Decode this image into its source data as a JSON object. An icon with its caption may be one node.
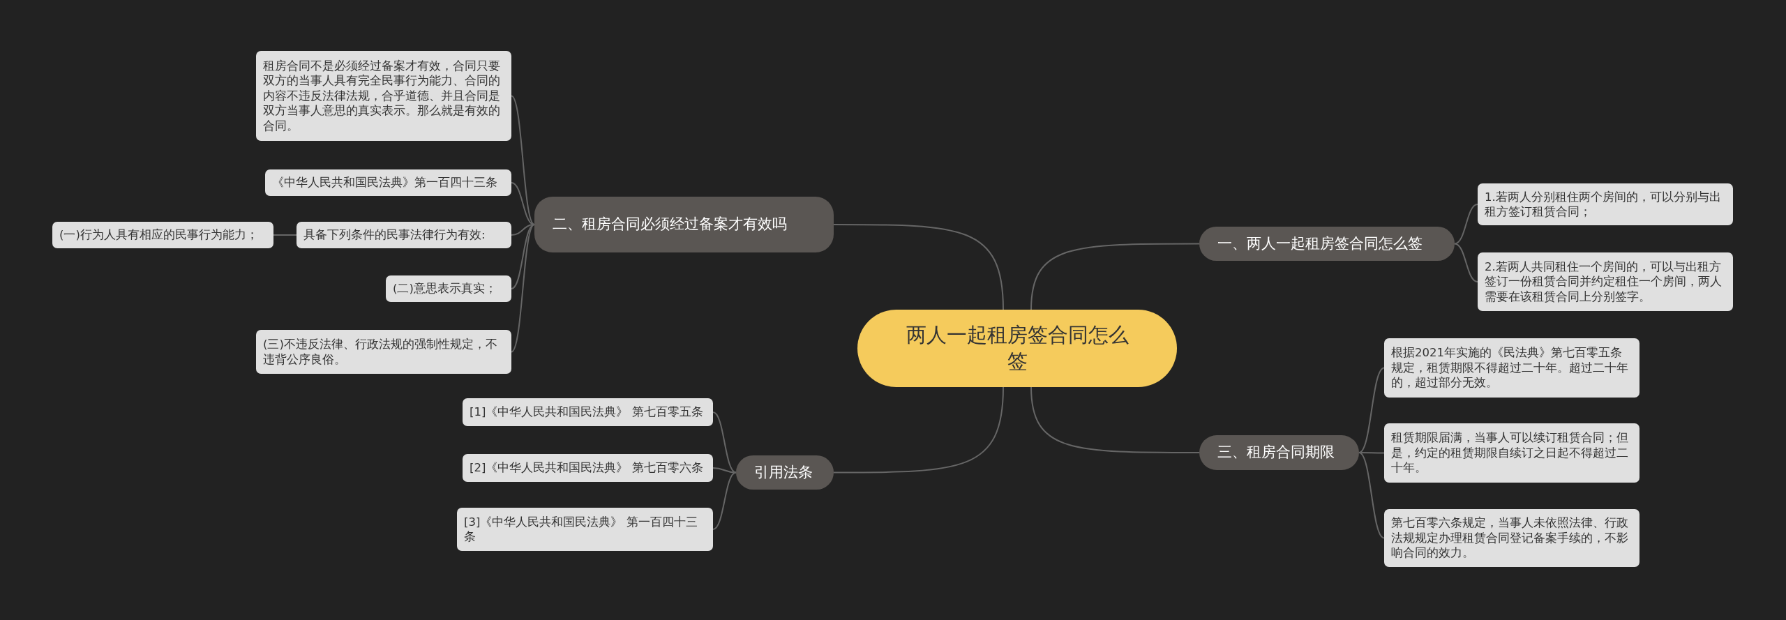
{
  "diagram": {
    "nodes": [
      {
        "text": [
          "两人一起租房签合同怎么签"
        ]
      },
      {
        "text": [
          "一、两人一起租房签合同怎么签"
        ]
      },
      {
        "text": [
          "1.若两人分别租住两个房间的，可以分别与出租方签订租赁合同；"
        ]
      },
      {
        "text": [
          "2.若两人共同租住一个房间的，可以与出租方签订一份租赁合同并约定租住一个房间，两人需要在该租赁合同上分别签字。"
        ]
      },
      {
        "text": [
          "二、租房合同必须经过备案才有效吗"
        ]
      },
      {
        "text": [
          "租房合同不是必须经过备案才有效，合同只要双方的当事人具有完全民事行为能力、合同的内容不违反法律法规，合乎道德、并且合同是双方当事人意思的真实表示。那么就是有效的合同。"
        ]
      },
      {
        "text": [
          "《中华人民共和国民法典》第一百四十三条"
        ]
      },
      {
        "text": [
          "具备下列条件的民事法律行为有效:"
        ]
      },
      {
        "text": [
          "(一)行为人具有相应的民事行为能力；"
        ]
      },
      {
        "text": [
          "(二)意思表示真实；"
        ]
      },
      {
        "text": [
          "(三)不违反法律、行政法规的强制性规定，不违背公序良俗。"
        ]
      },
      {
        "text": [
          "引用法条"
        ]
      },
      {
        "text": [
          "[1]《中华人民共和国民法典》 第七百零五条"
        ]
      },
      {
        "text": [
          "[2]《中华人民共和国民法典》 第七百零六条"
        ]
      },
      {
        "text": [
          "[3]《中华人民共和国民法典》 第一百四十三条"
        ]
      },
      {
        "text": [
          "三、租房合同期限"
        ]
      },
      {
        "text": [
          "根据2021年实施的《民法典》第七百零五条规定，租赁期限不得超过二十年。超过二十年的，超过部分无效。"
        ]
      },
      {
        "text": [
          "租赁期限届满，当事人可以续订租赁合同；但是，约定的租赁期限自续订之日起不得超过二十年。"
        ]
      },
      {
        "text": [
          "第七百零六条规定，当事人未依照法律、行政法规规定办理租赁合同登记备案手续的，不影响合同的效力。"
        ]
      }
    ],
    "edges": [
      {
        "from": 0,
        "to": 1,
        "arrow": "none"
      },
      {
        "from": 1,
        "to": 2,
        "arrow": "none"
      },
      {
        "from": 1,
        "to": 3,
        "arrow": "none"
      },
      {
        "from": 0,
        "to": 4,
        "arrow": "none"
      },
      {
        "from": 4,
        "to": 5,
        "arrow": "none"
      },
      {
        "from": 4,
        "to": 6,
        "arrow": "none"
      },
      {
        "from": 4,
        "to": 7,
        "arrow": "none"
      },
      {
        "from": 7,
        "to": 8,
        "arrow": "none"
      },
      {
        "from": 4,
        "to": 9,
        "arrow": "none"
      },
      {
        "from": 4,
        "to": 10,
        "arrow": "none"
      },
      {
        "from": 0,
        "to": 11,
        "arrow": "none"
      },
      {
        "from": 11,
        "to": 12,
        "arrow": "none"
      },
      {
        "from": 11,
        "to": 13,
        "arrow": "none"
      },
      {
        "from": 11,
        "to": 14,
        "arrow": "none"
      },
      {
        "from": 0,
        "to": 15,
        "arrow": "none"
      },
      {
        "from": 15,
        "to": 16,
        "arrow": "none"
      },
      {
        "from": 15,
        "to": 17,
        "arrow": "none"
      },
      {
        "from": 15,
        "to": 18,
        "arrow": "none"
      }
    ]
  }
}
